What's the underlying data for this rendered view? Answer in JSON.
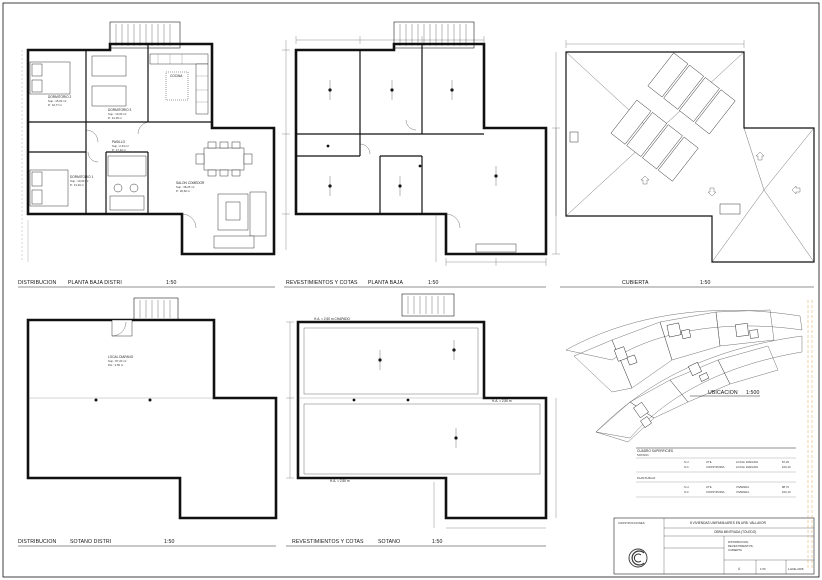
{
  "captions": {
    "distribucion_pb": "DISTRIBUCION",
    "distribucion_pb_name": "PLANTA BAJA DISTRI",
    "distribucion_pb_scale": "1:50",
    "revestimientos_pb": "REVESTIMIENTOS Y COTAS",
    "revestimientos_pb_name": "PLANTA BAJA",
    "revestimientos_pb_scale": "1:50",
    "cubierta": "CUBIERTA",
    "cubierta_scale": "1:50",
    "distribucion_sot": "DISTRIBUCION",
    "distribucion_sot_name": "SOTANO DISTRI",
    "distribucion_sot_scale": "1:50",
    "revestimientos_sot": "REVESTIMIENTOS Y COTAS",
    "revestimientos_sot_name": "SOTANO",
    "revestimientos_sot_scale": "1:50",
    "ubicacion": "UBICACION",
    "ubicacion_scale": "1:500"
  },
  "rooms": {
    "dorm2": "DORMITORIO 2",
    "dorm3": "DORMITORIO 3",
    "cocina": "COCINA",
    "pasillo": "PASILLO",
    "dorm1": "DORMITORIO 1",
    "salon": "SALON COMEDOR",
    "local": "LOCAL DIAFANO",
    "local_sup": "Sup.: 87,20 m²",
    "local_h": "P.H.: 2,50 m"
  },
  "ha_labels": {
    "ha1": "H.A. = 2,50 m CHAPADO",
    "ha2": "H.A. = 2,50 m",
    "ha3": "H.A. = 2,50 m"
  },
  "superficies": {
    "title": "CUADRO SUPERFICIES",
    "sotano": "SOTANO",
    "planta_baja": "PLANTA BAJA",
    "rows_sot": [
      {
        "a": "S.U.",
        "b": "UTIL",
        "c": "LOCAL DIAFANO",
        "d": "87,20"
      },
      {
        "a": "S.C.",
        "b": "CONSTRUIDA",
        "c": "LOCAL DIAFANO",
        "d": "100,10"
      }
    ],
    "rows_pb": [
      {
        "a": "S.U.",
        "b": "UTIL",
        "c": "VIVIENDA",
        "d": "88,70"
      },
      {
        "a": "S.C.",
        "b": "CONSTRUIDA",
        "c": "VIVIENDA",
        "d": "100,10"
      }
    ]
  },
  "titleblock": {
    "project": "8 VIVIENDAS UNIFAMILIARES EN URB. VALLAVOR",
    "location": "OBRA MINTRADA (TOLEDO)",
    "sheet": "DISTRIBUCION,",
    "sheet2": "REVESTIMIENTOS,",
    "sheet3": "CUBIERTA",
    "scale": "1:50",
    "date": "1-ENE-2008",
    "number": "4"
  },
  "colors": {
    "ink": "#111111",
    "gray_fill": "#c8c8c8",
    "stamp_orange": "#d08a2a"
  }
}
